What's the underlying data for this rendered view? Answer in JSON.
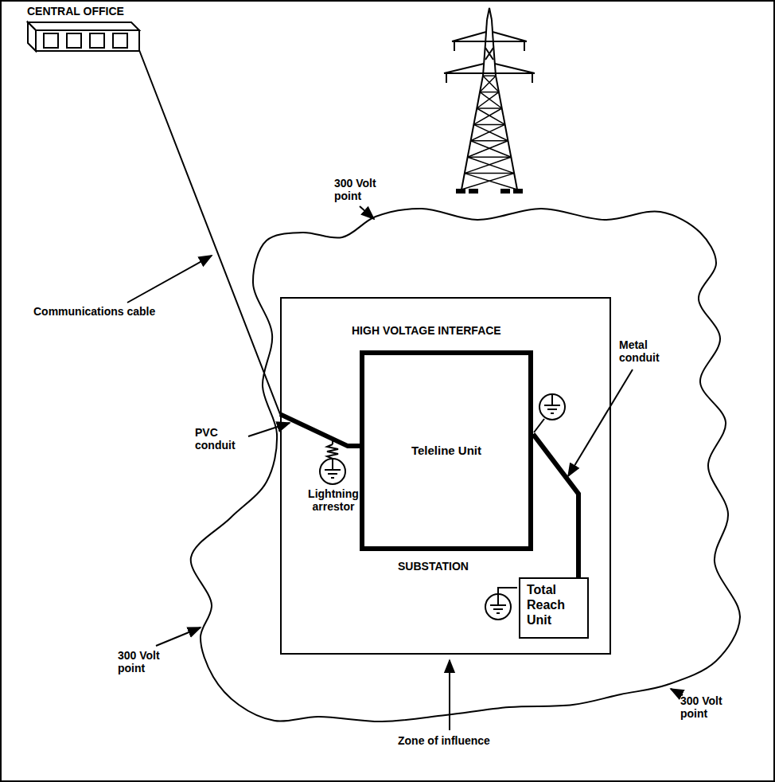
{
  "diagram": {
    "nodes": [
      {
        "text": [
          "CENTRAL OFFICE"
        ]
      },
      {
        "text": [
          "SUBSTATION"
        ]
      },
      {
        "text": [
          "HIGH VOLTAGE INTERFACE",
          "Teleline Unit"
        ],
        "in": 1
      },
      {
        "text": [
          "Total Reach Unit"
        ],
        "in": 1
      }
    ],
    "edges": [
      {
        "from": 0,
        "to": 2,
        "arrow": "none"
      },
      {
        "from": 2,
        "to": 3,
        "arrow": "none"
      }
    ],
    "labels": [
      "300 Volt point",
      "Communications cable",
      "PVC conduit",
      "Lightning arrestor",
      "Metal conduit",
      "300 Volt point",
      "300 Volt point",
      "Zone of influence"
    ]
  }
}
